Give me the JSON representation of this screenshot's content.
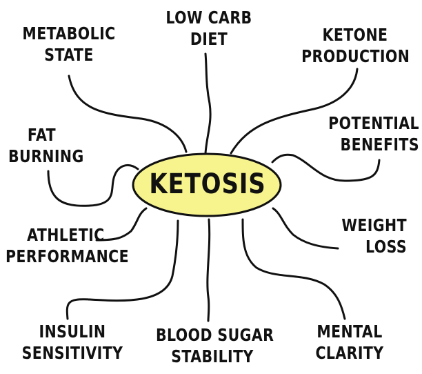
{
  "colors": {
    "ink": "#111111",
    "center_fill": "#f7f48e",
    "background": "#ffffff"
  },
  "center": {
    "label": "KETOSIS"
  },
  "topics": {
    "metabolic_state": [
      "METABOLIC",
      "STATE"
    ],
    "low_carb_diet": [
      "LOW CARB",
      "DIET"
    ],
    "ketone_production": [
      "KETONE",
      "PRODUCTION"
    ],
    "fat_burning": [
      "FAT",
      "BURNING"
    ],
    "potential_benefits": [
      "POTENTIAL",
      "BENEFITS"
    ],
    "athletic_performance": [
      "ATHLETIC",
      "PERFORMANCE"
    ],
    "weight_loss": [
      "WEIGHT",
      "LOSS"
    ],
    "insulin_sensitivity": [
      "INSULIN",
      "SENSITIVITY"
    ],
    "blood_sugar_stability": [
      "BLOOD SUGAR",
      "STABILITY"
    ],
    "mental_clarity": [
      "MENTAL",
      "CLARITY"
    ]
  }
}
